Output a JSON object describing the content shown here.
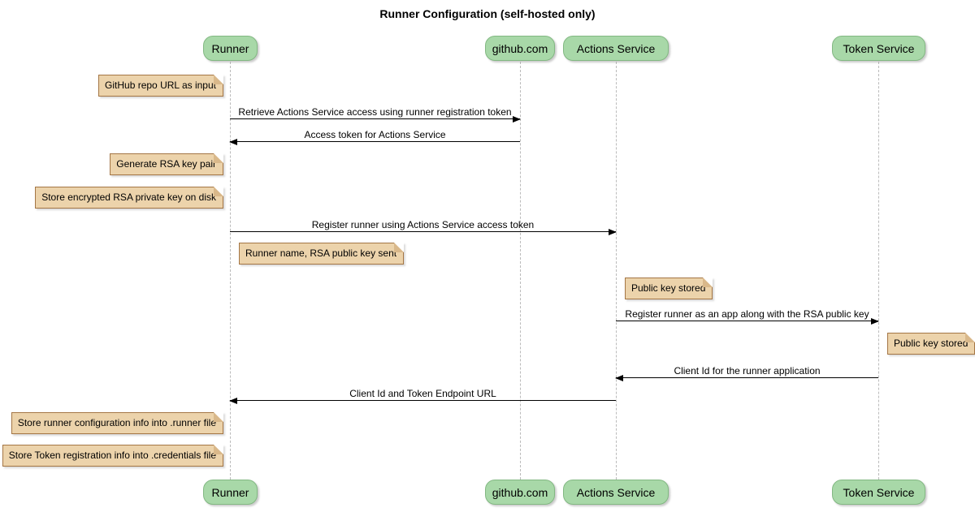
{
  "title": "Runner Configuration (self-hosted only)",
  "diagram_type": "sequence",
  "colors": {
    "participant_fill": "#A8D8A8",
    "participant_border": "#82B882",
    "note_fill": "#ECD3AB",
    "note_border": "#A47645",
    "lifeline": "#BBBBBB",
    "arrow": "#000000",
    "text": "#000000",
    "background": "#FFFFFF"
  },
  "participants": [
    {
      "label": "Runner"
    },
    {
      "label": "github.com"
    },
    {
      "label": "Actions Service"
    },
    {
      "label": "Token Service"
    }
  ],
  "messages": [
    {
      "from": "Runner",
      "to": "github.com",
      "label": "Retrieve Actions Service access using runner registration token"
    },
    {
      "from": "github.com",
      "to": "Runner",
      "label": "Access token for Actions Service"
    },
    {
      "from": "Runner",
      "to": "Actions Service",
      "label": "Register runner using Actions Service access token"
    },
    {
      "from": "Actions Service",
      "to": "Token Service",
      "label": "Register runner as an app along with the RSA public key"
    },
    {
      "from": "Token Service",
      "to": "Actions Service",
      "label": "Client Id for the runner application"
    },
    {
      "from": "Actions Service",
      "to": "Runner",
      "label": "Client Id and Token Endpoint URL"
    }
  ],
  "notes": [
    {
      "label": "GitHub repo URL as input",
      "position": "left of Runner"
    },
    {
      "label": "Generate RSA key pair",
      "position": "left of Runner"
    },
    {
      "label": "Store encrypted RSA private key on disk",
      "position": "left of Runner"
    },
    {
      "label": "Runner name, RSA public key sent",
      "position": "right of Runner"
    },
    {
      "label": "Public key stored",
      "position": "right of Actions Service"
    },
    {
      "label": "Public key stored",
      "position": "right of Token Service"
    },
    {
      "label": "Store runner configuration info into .runner file",
      "position": "left of Runner"
    },
    {
      "label": "Store Token registration info into .credentials file",
      "position": "left of Runner"
    }
  ]
}
